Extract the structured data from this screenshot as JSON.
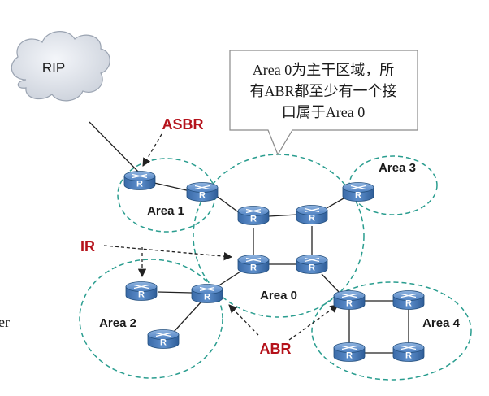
{
  "cloud": {
    "label": "RIP"
  },
  "callout": {
    "lines": [
      "Area 0为主干区域，所",
      "有ABR都至少有一个接",
      "口属于Area 0"
    ]
  },
  "areas": {
    "area0": "Area 0",
    "area1": "Area 1",
    "area2": "Area 2",
    "area3": "Area 3",
    "area4": "Area 4"
  },
  "roles": {
    "asbr": "ASBR",
    "ir": "IR",
    "abr": "ABR"
  },
  "router_letter": "R",
  "edge_text": "er",
  "colors": {
    "area_border": "#2a9d8f",
    "role_text": "#b5121b",
    "router_body": "#3b6fb0",
    "cloud_fill": "#dfe3ea",
    "link": "#222222"
  }
}
